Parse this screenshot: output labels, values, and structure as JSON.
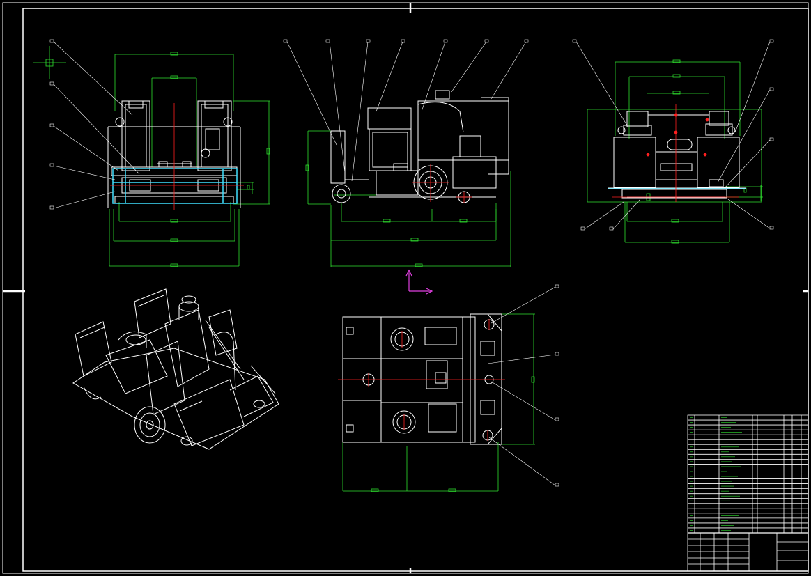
{
  "colors": {
    "background": "#000000",
    "outline": "#ffffff",
    "dimension": "#2fe02f",
    "centerline": "#ff2020",
    "section": "#40e0ff",
    "ucs_icon": "#e040e0"
  },
  "views": [
    "front-view",
    "side-view",
    "right-view",
    "isometric-view",
    "top-view"
  ],
  "title_block": {
    "rows": 24,
    "drawing_name": "",
    "scale": "",
    "sheet": ""
  },
  "technical_notes": {
    "title": "",
    "lines": [
      "",
      "",
      "",
      "",
      "",
      "",
      ""
    ]
  }
}
